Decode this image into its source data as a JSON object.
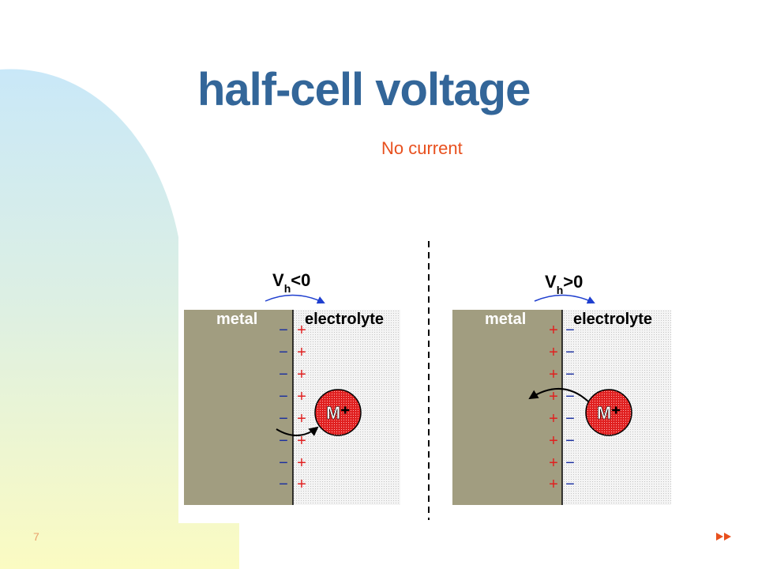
{
  "slide": {
    "title": "half-cell voltage",
    "subtitle": "No current",
    "page_number": "7",
    "next_icon": "fast-forward-icon"
  },
  "diagram": {
    "left_panel": {
      "voltage_main": "V",
      "voltage_sub": "h",
      "voltage_rest": "<0",
      "metal_label": "metal",
      "electrolyte_label": "electrolyte",
      "ion_label": "M⁺",
      "metal_charge": "−",
      "electrolyte_charge": "+"
    },
    "right_panel": {
      "voltage_main": "V",
      "voltage_sub": "h",
      "voltage_rest": ">0",
      "metal_label": "metal",
      "electrolyte_label": "electrolyte",
      "ion_label": "M⁺",
      "metal_charge": "+",
      "electrolyte_charge": "−"
    },
    "colors": {
      "metal": "#a19d80",
      "electrolyte": "#e9e9e9",
      "ion": "#e02020",
      "plus_charge": "#e02020",
      "minus_charge": "#1a2fa0",
      "arrow_blue": "#1f3fcf",
      "title": "#336699",
      "subtitle": "#e8501e"
    }
  }
}
